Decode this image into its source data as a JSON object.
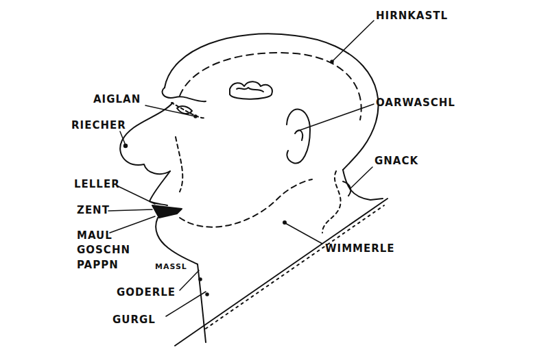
{
  "diagram": {
    "labels": [
      "HIRNKASTL",
      "AIGLAN",
      "RIECHER",
      "OARWASCHL",
      "GNACK",
      "LELLER",
      "ZENT",
      "MAUL",
      "GOSCHN",
      "PAPPN",
      "MASSL",
      "WIMMERLE",
      "GODERLE",
      "GURGL"
    ]
  }
}
